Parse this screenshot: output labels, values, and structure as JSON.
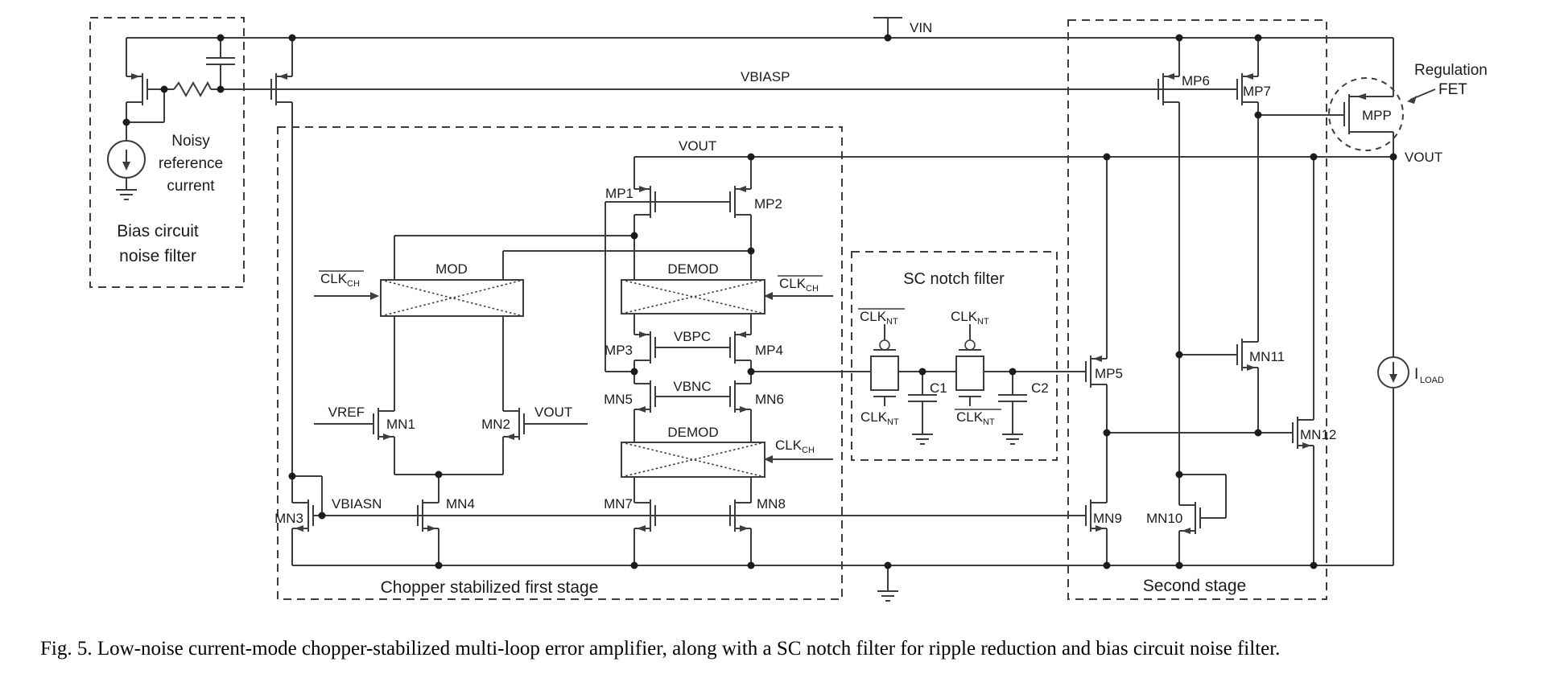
{
  "figure": {
    "caption": "Fig. 5.  Low-noise current-mode chopper-stabilized multi-loop error amplifier, along with a SC notch filter for ripple reduction and bias circuit noise filter."
  },
  "nets": {
    "vin": "VIN",
    "vbiasp": "VBIASP",
    "vbiasn": "VBIASN",
    "vref": "VREF",
    "vout": "VOUT",
    "vbpc": "VBPC",
    "vbnc": "VBNC"
  },
  "clocks": {
    "clk": "CLK",
    "ch_sub": "CH",
    "nt_sub": "NT"
  },
  "blocks": {
    "mod": "MOD",
    "demod": "DEMOD",
    "sc_notch_title": "SC notch filter",
    "first_stage": "Chopper stabilized first stage",
    "second_stage": "Second stage"
  },
  "bias_box": {
    "line1": "Bias circuit",
    "line2": "noise filter",
    "noisy1": "Noisy",
    "noisy2": "reference",
    "noisy3": "current"
  },
  "regulation": {
    "line1": "Regulation",
    "line2": "FET"
  },
  "devices": {
    "mp1": "MP1",
    "mp2": "MP2",
    "mp3": "MP3",
    "mp4": "MP4",
    "mp5": "MP5",
    "mp6": "MP6",
    "mp7": "MP7",
    "mpp": "MPP",
    "mn1": "MN1",
    "mn2": "MN2",
    "mn3": "MN3",
    "mn4": "MN4",
    "mn5": "MN5",
    "mn6": "MN6",
    "mn7": "MN7",
    "mn8": "MN8",
    "mn9": "MN9",
    "mn10": "MN10",
    "mn11": "MN11",
    "mn12": "MN12"
  },
  "capacitors": {
    "c1": "C1",
    "c2": "C2"
  },
  "load": {
    "symbol": "I",
    "sub": "LOAD"
  },
  "colors": {
    "line": "#3d3d3d",
    "text": "#1c1c1c",
    "background": "#ffffff"
  }
}
